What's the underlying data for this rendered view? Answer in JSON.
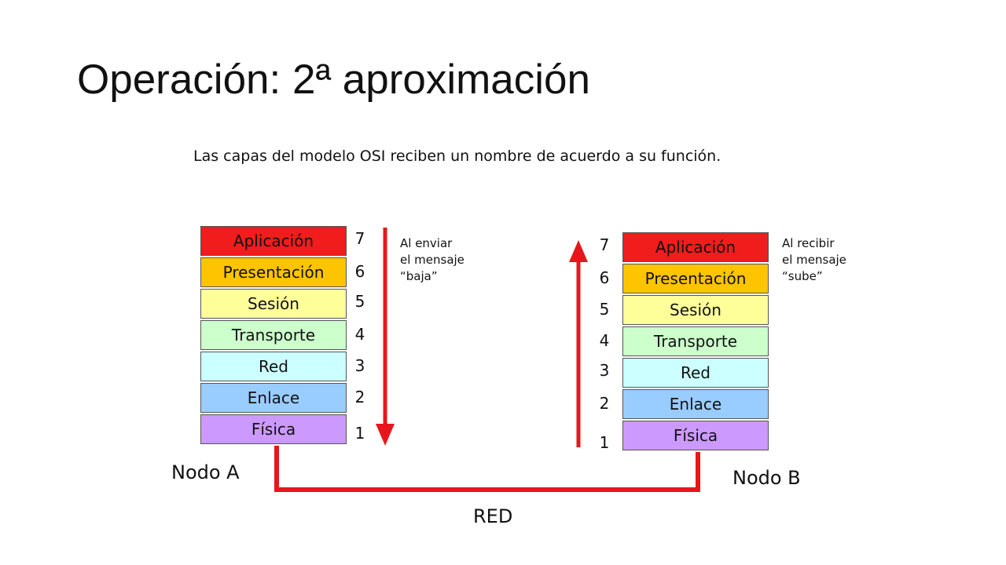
{
  "title": "Operación: 2ª aproximación",
  "intro": "Las capas del modelo OSI reciben un nombre de acuerdo a su función.",
  "colors": {
    "aplicacion": "#f11c1c",
    "presentacion": "#fec400",
    "sesion": "#ffff9a",
    "transporte": "#ccffcc",
    "red": "#ccffff",
    "enlace": "#99ccff",
    "fisica": "#cc99ff",
    "line": "#e8161b"
  },
  "layers": [
    {
      "name": "Aplicación",
      "number": "7",
      "color_key": "aplicacion"
    },
    {
      "name": "Presentación",
      "number": "6",
      "color_key": "presentacion"
    },
    {
      "name": "Sesión",
      "number": "5",
      "color_key": "sesion"
    },
    {
      "name": "Transporte",
      "number": "4",
      "color_key": "transporte"
    },
    {
      "name": "Red",
      "number": "3",
      "color_key": "red"
    },
    {
      "name": "Enlace",
      "number": "2",
      "color_key": "enlace"
    },
    {
      "name": "Física",
      "number": "1",
      "color_key": "fisica"
    }
  ],
  "node_a": {
    "label": "Nodo A",
    "note": "Al enviar\nel mensaje\n“baja”"
  },
  "node_b": {
    "label": "Nodo B",
    "note": "Al recibir\nel mensaje\n“sube”"
  },
  "network_label": "RED"
}
